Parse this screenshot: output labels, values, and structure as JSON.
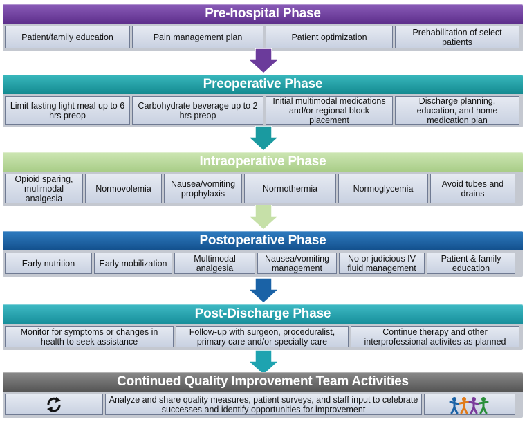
{
  "phases": [
    {
      "title": "Pre-hospital Phase",
      "color": "#6b3b9b",
      "items": [
        "Patient/family education",
        "Pain management  plan",
        "Patient optimization",
        "Prehabilitation  of select patients"
      ]
    },
    {
      "title": "Preoperative Phase",
      "color": "#1a9aa0",
      "items": [
        "Limit fasting light meal up to 6 hrs preop",
        "Carbohydrate  beverage up to 2 hrs preop",
        "Initial multimodal medications and/or regional block placement",
        "Discharge planning, education, and home medication plan"
      ]
    },
    {
      "title": "Intraoperative Phase",
      "color": "#b8d79b",
      "items": [
        "Opioid sparing, mulimodal analgesia",
        "Normovolemia",
        "Nausea/vomiting prophylaxis",
        "Normothermia",
        "Normoglycemia",
        "Avoid tubes and drains"
      ]
    },
    {
      "title": "Postoperative Phase",
      "color": "#1a62a6",
      "items": [
        "Early nutrition",
        "Early mobilization",
        "Multimodal analgesia",
        "Nausea/vomiting management",
        "No or judicious IV fluid management",
        "Patient & family education"
      ]
    },
    {
      "title": "Post-Discharge Phase",
      "color": "#1ea3b0",
      "items": [
        "Monitor for symptoms or changes in health to seek assistance",
        "Follow-up with surgeon, proceduralist, primary care and/or specialty care",
        "Continue therapy and other interprofessional  activites as planned"
      ]
    },
    {
      "title": "Continued Quality Improvement Team Activities",
      "color": "#6a6a6a",
      "items": [
        "Analyze and share quality measures, patient surveys, and staff input to celebrate successes and identify opportunities for improvement"
      ],
      "left_icon": "cycle-arrows-icon",
      "right_icon": "team-people-icon"
    }
  ]
}
